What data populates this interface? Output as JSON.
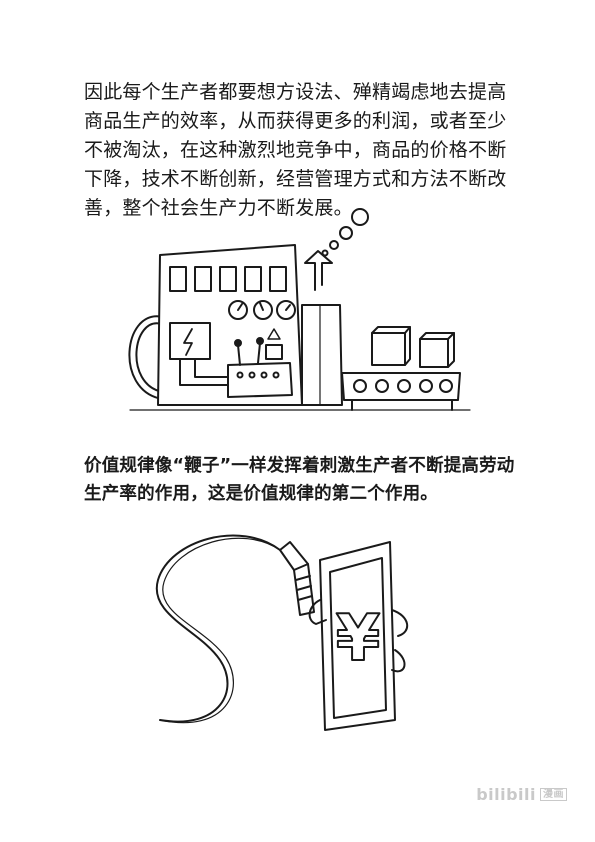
{
  "paragraphs": {
    "p1": "因此每个生产者都要想方设法、殚精竭虑地去提高商品生产的效率，从而获得更多的利润，或者至少不被淘汰，在这种激烈地竞争中，商品的价格不断下降，技术不断创新，经营管理方式和方法不断改善，整个社会生产力不断发展。",
    "p2": "价值规律像“鞭子”一样发挥着刺激生产者不断提高劳动生产率的作用，这是价值规律的第二个作用。"
  },
  "illustrations": {
    "money_symbol": "¥"
  },
  "watermark": {
    "text": "bilibili",
    "mark": "漫画"
  }
}
